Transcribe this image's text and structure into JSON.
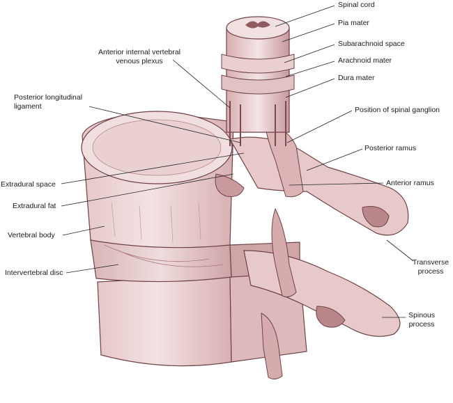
{
  "labels": {
    "spinal_cord": "Spinal cord",
    "pia_mater": "Pia mater",
    "subarachnoid_space": "Subarachnoid space",
    "arachnoid_mater": "Arachnoid mater",
    "dura_mater": "Dura mater",
    "position_spinal_ganglion": "Position of spinal ganglion",
    "posterior_ramus": "Posterior ramus",
    "anterior_ramus": "Anterior ramus",
    "transverse_process_1": "Transverse",
    "transverse_process_2": "process",
    "spinous_process_1": "Spinous",
    "spinous_process_2": "process",
    "anterior_plexus_1": "Anterior internal vertebral",
    "anterior_plexus_2": "venous plexus",
    "posterior_ligament_1": "Posterior longitudinal",
    "posterior_ligament_2": "ligament",
    "extradural_space": "Extradural space",
    "extradural_fat": "Extradural fat",
    "vertebral_body": "Vertebral body",
    "intervertebral_disc": "Intervertebral disc"
  },
  "colors": {
    "bone": "#ecd5d5",
    "bone_shade": "#d9b1b3",
    "bone_dark": "#b98a8d",
    "outline": "#6e4246",
    "cord": "#8f5a60",
    "leader": "#222222"
  }
}
